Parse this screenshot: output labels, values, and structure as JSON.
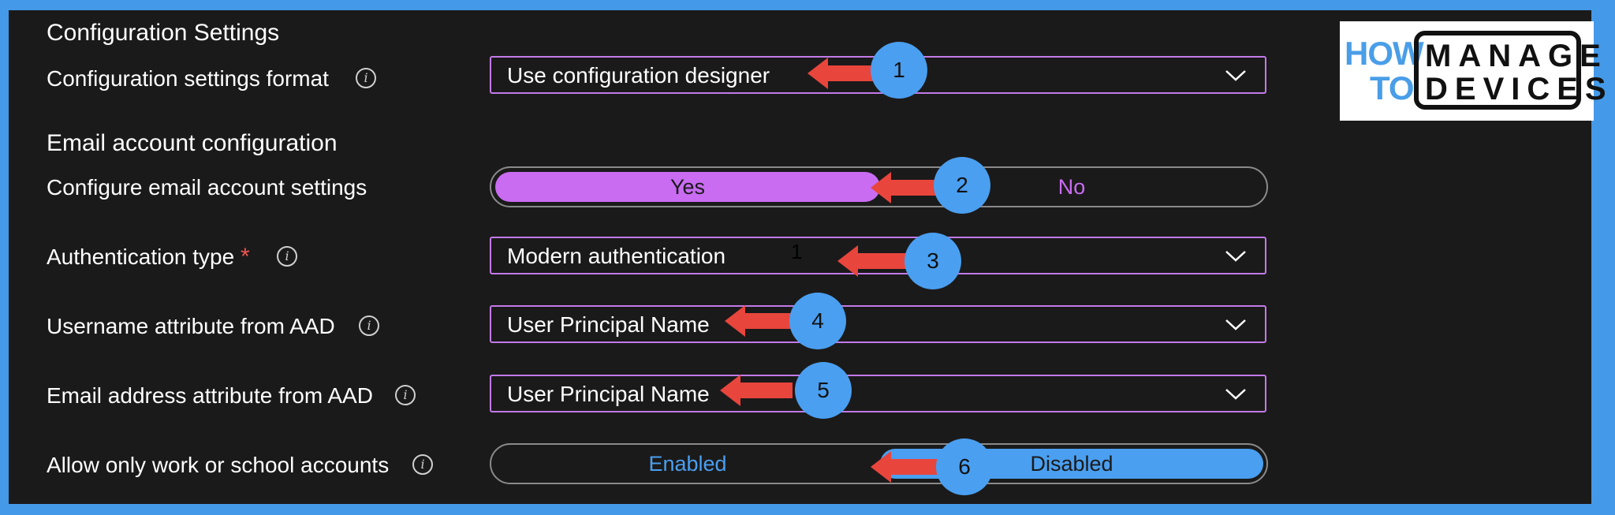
{
  "section_config": "Configuration Settings",
  "config_format": {
    "label": "Configuration settings format",
    "value": "Use configuration designer"
  },
  "section_email": "Email account configuration",
  "configure_email": {
    "label": "Configure email account settings",
    "options": [
      "Yes",
      "No"
    ],
    "selected": "Yes"
  },
  "auth_type": {
    "label": "Authentication type",
    "required_mark": "*",
    "value": "Modern authentication",
    "stray_mark": "1"
  },
  "username_attr": {
    "label": "Username attribute from AAD",
    "value": "User Principal Name"
  },
  "email_attr": {
    "label": "Email address attribute from AAD",
    "value": "User Principal Name"
  },
  "allow_work": {
    "label": "Allow only work or school accounts",
    "options": [
      "Enabled",
      "Disabled"
    ],
    "selected": "Disabled"
  },
  "callouts": [
    "1",
    "2",
    "3",
    "4",
    "5",
    "6"
  ],
  "logo": {
    "left": "HOW",
    "left2": "TO",
    "line1": "MANAGE",
    "line2": "DEVICES"
  },
  "info_glyph": "i",
  "colors": {
    "accent_purple": "#c27ae8",
    "accent_blue": "#4a9ff0",
    "arrow_red": "#e8453c",
    "background": "#1b1a1a",
    "frame": "#4499e8"
  }
}
